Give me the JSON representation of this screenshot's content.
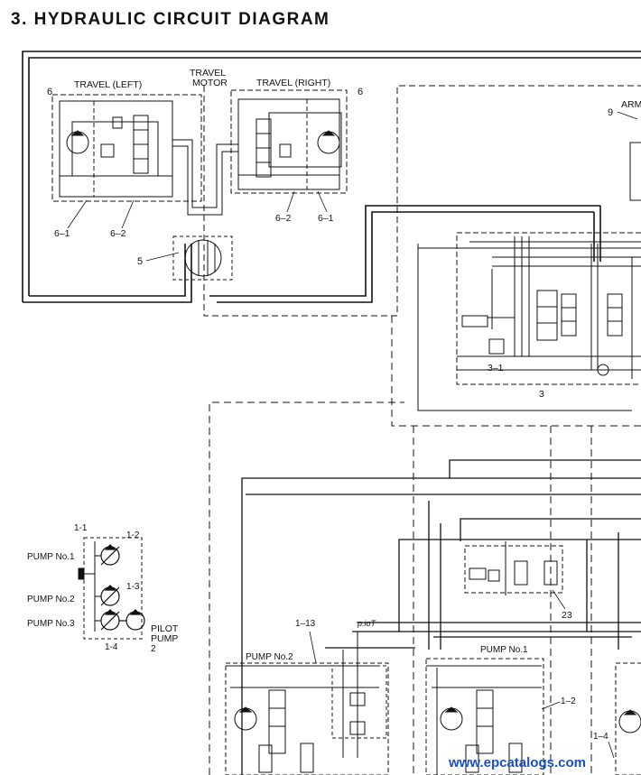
{
  "title": "3. HYDRAULIC CIRCUIT DIAGRAM",
  "labels": {
    "travel_left": "TRAVEL (LEFT)",
    "travel_motor_line1": "TRAVEL",
    "travel_motor_line2": "MOTOR",
    "travel_right": "TRAVEL (RIGHT)",
    "arm": "ARM",
    "pilot_pump_line1": "PILOT",
    "pilot_pump_line2": "PUMP",
    "pilot_handwritten": "p.ioT",
    "pump_no1": "PUMP No.1",
    "pump_no2": "PUMP No.2",
    "pump_no3": "PUMP No.3",
    "circuit_pump_no2": "PUMP No.2",
    "circuit_pump_no1": "PUMP No.1"
  },
  "callouts": {
    "c6_left": "6",
    "c6_right": "6",
    "c9": "9",
    "c6_1_left": "6–1",
    "c6_2_left": "6–2",
    "c6_2_right": "6–2",
    "c6_1_right": "6–1",
    "c5": "5",
    "c3_1": "3–1",
    "c3": "3",
    "c1_1": "1-1",
    "c1_2": "1-2",
    "c1_3": "1-3",
    "c1_4": "1-4",
    "c2": "2",
    "c23": "23",
    "c1_13": "1–13",
    "c1_2_circuit": "1–2",
    "c1_4_circuit": "1–4"
  },
  "watermark": "www.epcatalogs.com",
  "colors": {
    "ink": "#111111",
    "paper": "#ffffff",
    "watermark": "#1a4fbf"
  }
}
